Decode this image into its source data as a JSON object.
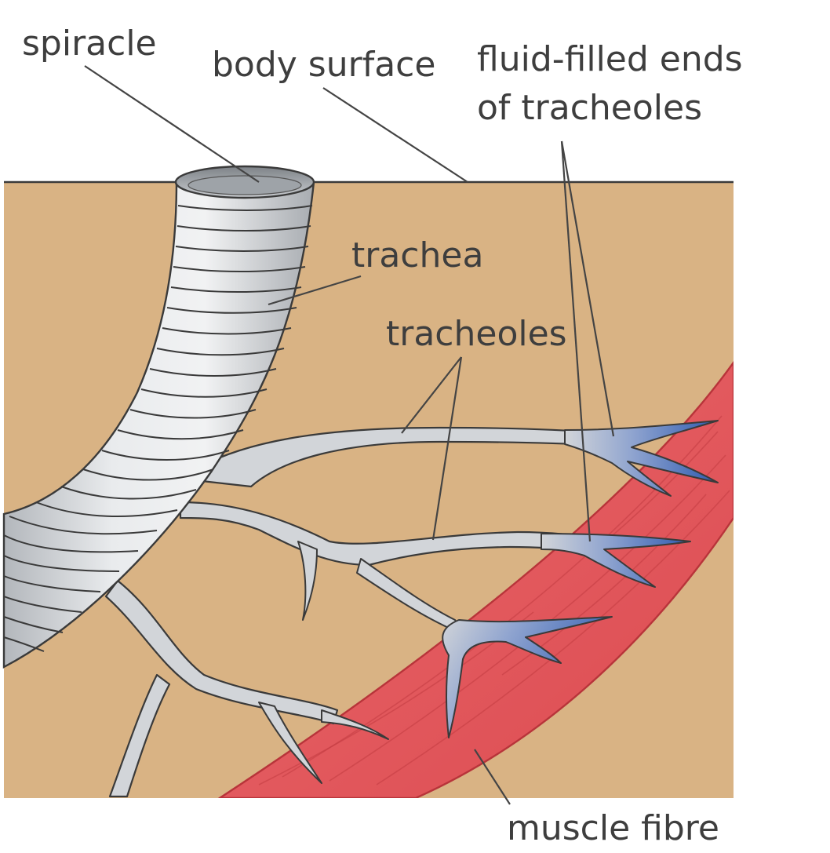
{
  "labels": {
    "spiracle": "spiracle",
    "body_surface": "body surface",
    "fluid_line1": "fluid-filled ends",
    "fluid_line2": "of tracheoles",
    "trachea": "trachea",
    "tracheoles": "tracheoles",
    "muscle_fibre": "muscle fibre"
  },
  "colors": {
    "tissue": "#d9b384",
    "muscle": "#e2585c",
    "muscle_edge": "#b8343a",
    "trachea_light": "#e6e8ea",
    "trachea_shadow": "#a9adb2",
    "tracheole": "#d2d5d9",
    "fluid": "#3f67b5",
    "outline": "#3a3a3a"
  }
}
